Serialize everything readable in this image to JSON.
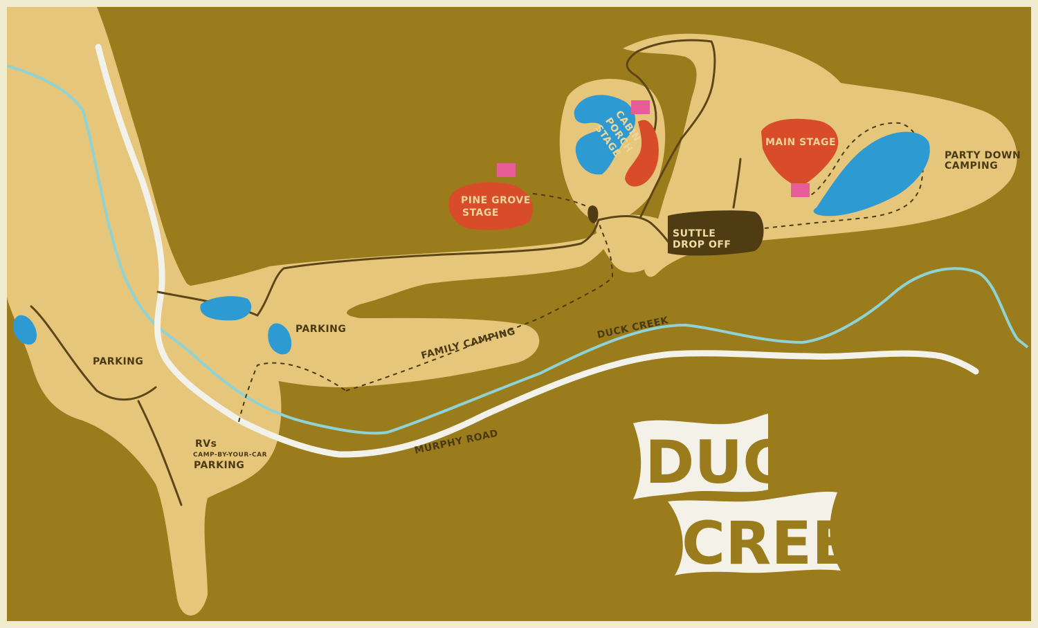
{
  "map": {
    "title_line1": "DUCK",
    "title_line2": "CREEK",
    "colors": {
      "background": "#9a7c1c",
      "land": "#e5c67a",
      "water": "#2d9bd2",
      "stage": "#d84c2a",
      "marker": "#e75d97",
      "road": "#f2f1ea",
      "creek": "#8fd3d6",
      "path": "#5c4617",
      "frame": "#f1ecd0"
    },
    "labels": {
      "pine_grove_line1": "PINE GROVE",
      "pine_grove_line2": "STAGE",
      "cabin_line1": "CABIN",
      "cabin_line2": "PORCH",
      "cabin_line3": "STAGE",
      "main_stage": "MAIN STAGE",
      "party_line1": "PARTY DOWN",
      "party_line2": "CAMPING",
      "suttle_line1": "SUTTLE",
      "suttle_line2": "DROP OFF",
      "parking_left": "PARKING",
      "parking_center": "PARKING",
      "family_camping": "FAMILY CAMPING",
      "duck_creek_river": "DUCK CREEK",
      "murphy_road": "MURPHY ROAD",
      "rvs": "RVs",
      "camp_by_car": "CAMP-BY-YOUR-CAR",
      "parking_rv": "PARKING"
    }
  }
}
